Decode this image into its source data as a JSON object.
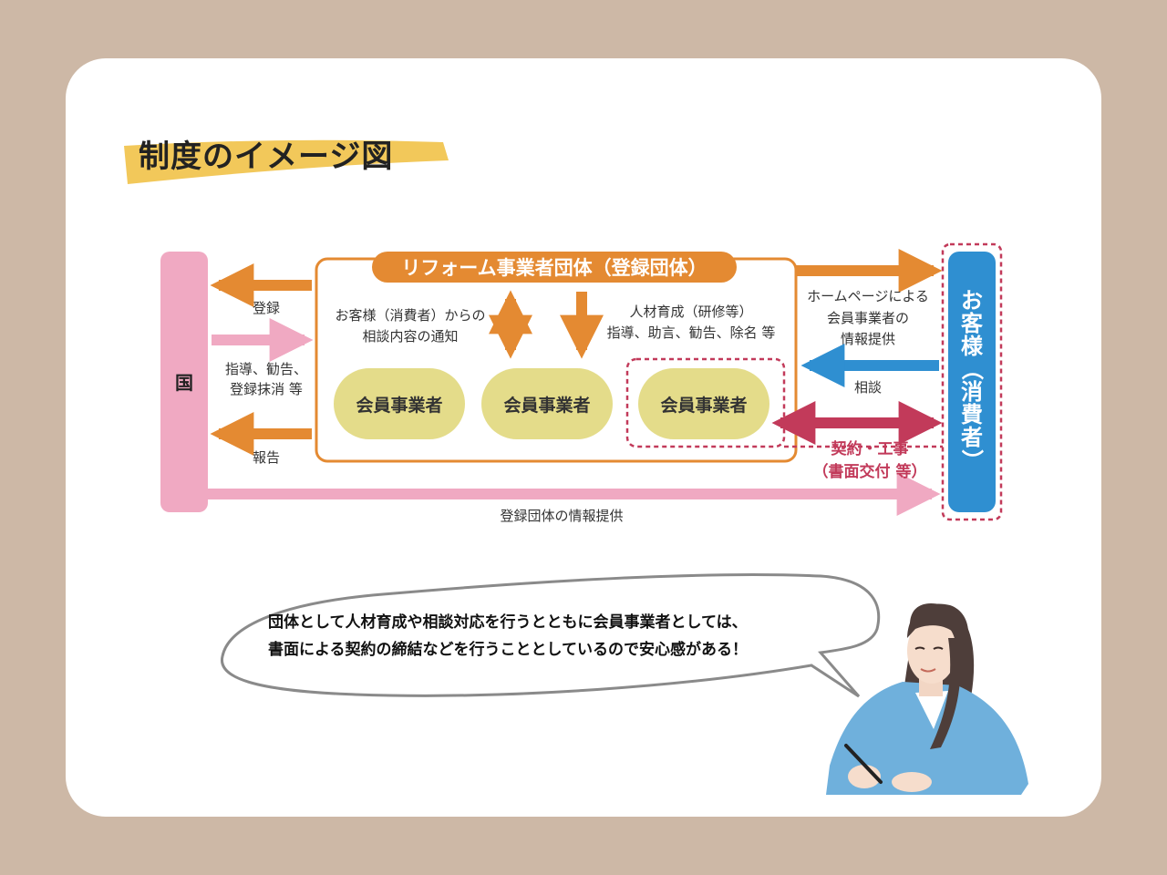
{
  "title": "制度のイメージ図",
  "diagram": {
    "kuni": "国",
    "organization": "リフォーム事業者団体（登録団体）",
    "customer": [
      "お",
      "客",
      "様",
      "（",
      "消",
      "費",
      "者",
      "）"
    ],
    "members": [
      "会員事業者",
      "会員事業者",
      "会員事業者"
    ],
    "registration": "登録",
    "guidance": [
      "指導、勧告、",
      "登録抹消 等"
    ],
    "report": "報告",
    "consultation_notice": [
      "お客様（消費者）からの",
      "相談内容の通知"
    ],
    "training": [
      "人材育成（研修等）",
      "指導、助言、勧告、除名 等"
    ],
    "homepage_info": [
      "ホームページによる",
      "会員事業者の",
      "情報提供"
    ],
    "consultation": "相談",
    "contract": [
      "契約・工事",
      "（書面交付 等）"
    ],
    "registry_info": "登録団体の情報提供"
  },
  "speech": {
    "line1": "団体として人材育成や相談対応を行うとともに会員事業者としては、",
    "line2": "書面による契約の締結などを行うこととしているので安心感がある！"
  },
  "colors": {
    "background": "#cdb8a6",
    "title_highlight": "#f2c85a",
    "orange": "#e48a32",
    "pink": "#f0a9c2",
    "blue": "#2f8fd1",
    "member_fill": "#e4dc8a",
    "crimson": "#c23a5a",
    "person_jacket": "#6fb0dc"
  }
}
